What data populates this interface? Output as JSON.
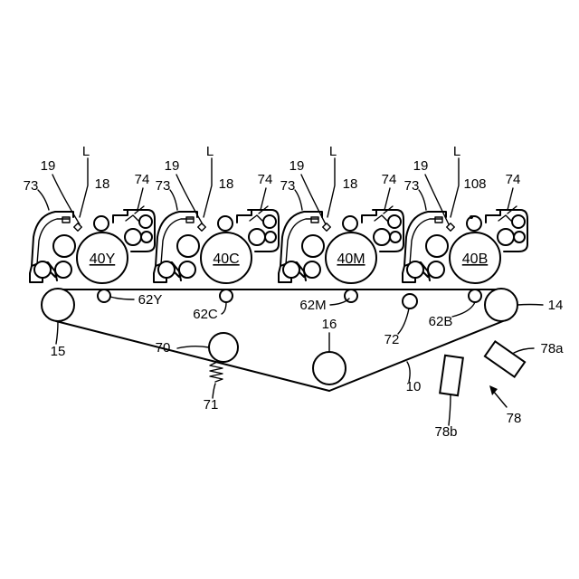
{
  "stations": [
    {
      "drum": "40Y",
      "charger": "62Y",
      "left_label": "73",
      "right_label": "74",
      "tag": "19",
      "roller": "18",
      "beam": "L"
    },
    {
      "drum": "40C",
      "charger": "62C",
      "left_label": "73",
      "right_label": "74",
      "tag": "19",
      "roller": "18",
      "beam": "L"
    },
    {
      "drum": "40M",
      "charger": "62M",
      "left_label": "73",
      "right_label": "74",
      "tag": "19",
      "roller": "18",
      "beam": "L"
    },
    {
      "drum": "40B",
      "charger": "62B",
      "left_label": "73",
      "right_label": "74",
      "tag": "19",
      "roller": "108",
      "beam": "L"
    }
  ],
  "parts": {
    "belt": "10",
    "drive_roller": "14",
    "idler_roller": "15",
    "tension_roller": "16",
    "cleaner_roller": "70",
    "spring": "71",
    "sensor_roller": "72",
    "sensor_unit": "78",
    "sensor_a": "78a",
    "sensor_b": "78b"
  }
}
